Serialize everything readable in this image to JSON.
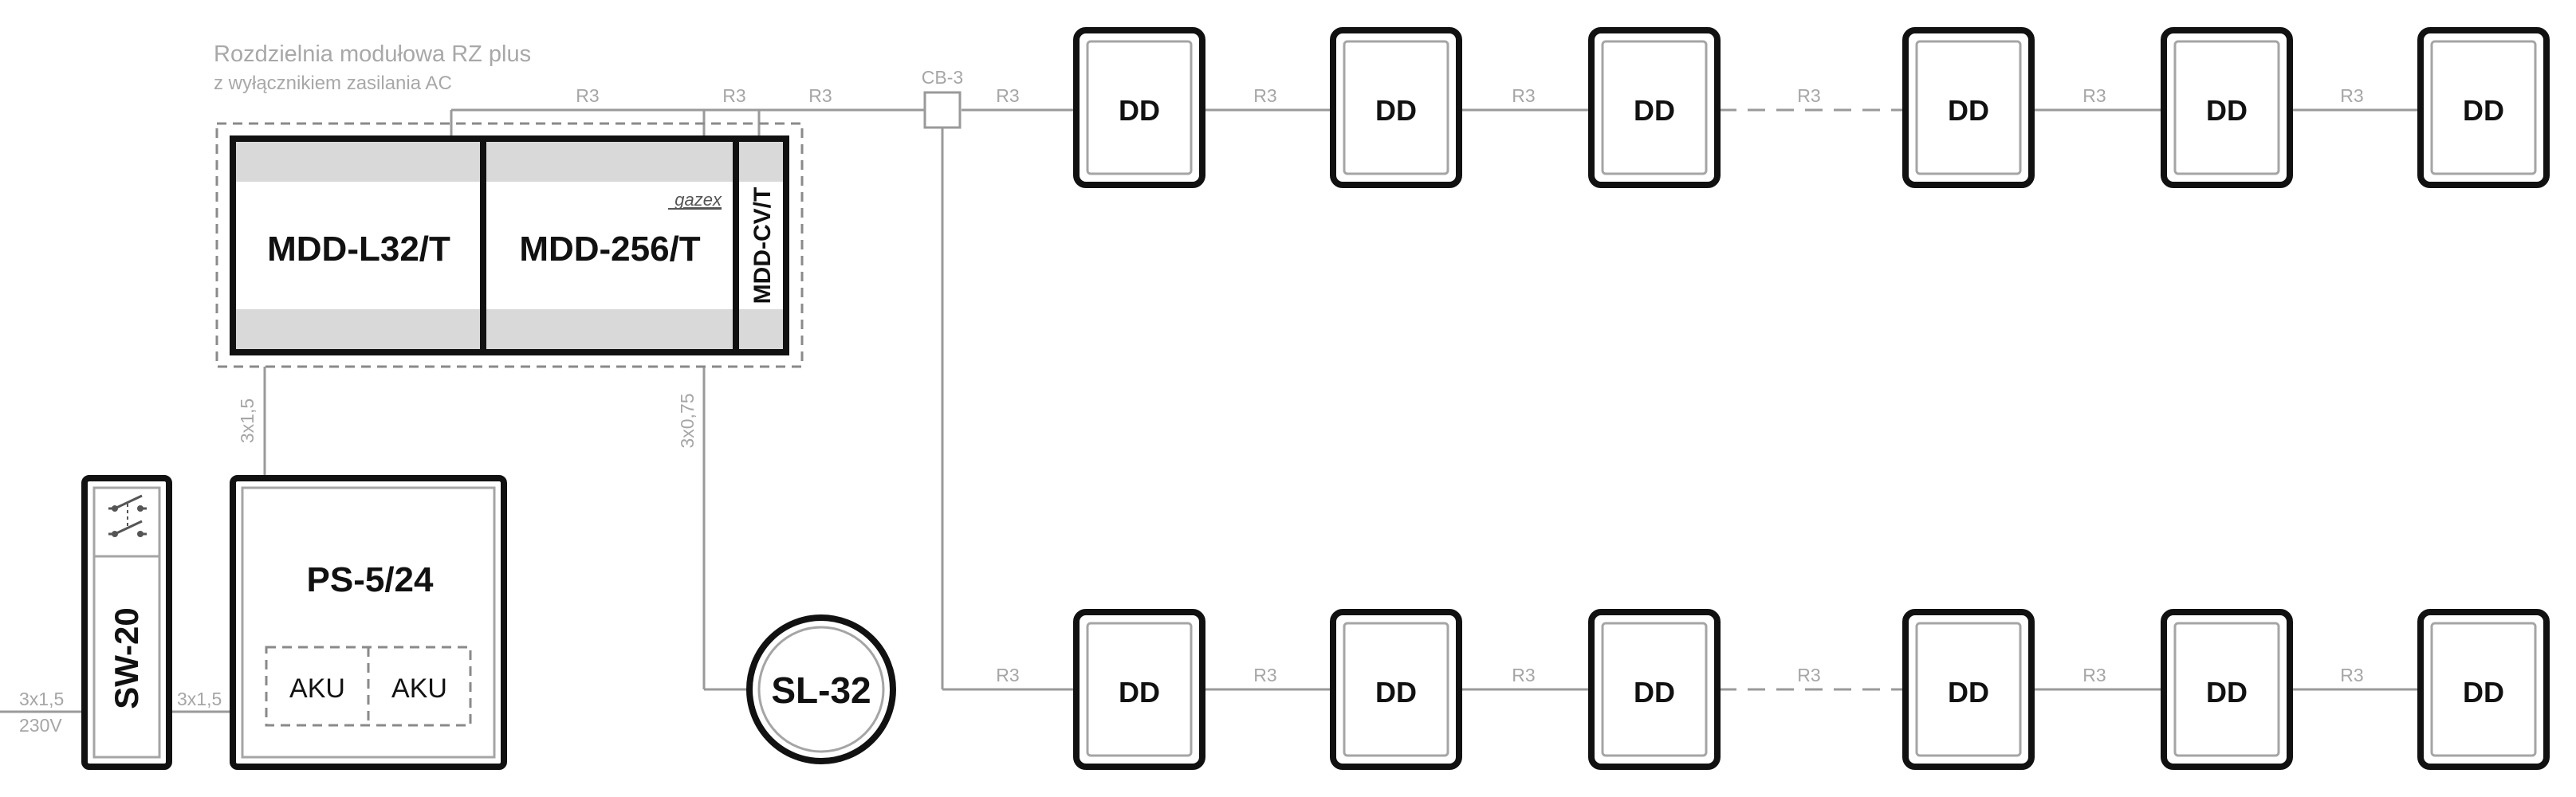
{
  "cabinet": {
    "title": "Rozdzielnia modułowa RZ plus",
    "subtitle": "z wyłącznikiem zasilania AC",
    "brand": "gazex"
  },
  "modules": {
    "mdd_l32": "MDD-L32/T",
    "mdd_256": "MDD-256/T",
    "mdd_cv": "MDD-CV/T"
  },
  "power_supply": {
    "label": "PS-5/24",
    "battery_1": "AKU",
    "battery_2": "AKU"
  },
  "switch": {
    "label": "SW-20"
  },
  "signaller": {
    "label": "SL-32"
  },
  "junction": {
    "label": "CB-3"
  },
  "detector_label": "DD",
  "cables": {
    "r3": "R3",
    "power_in": "3x1,5",
    "mains": "230V",
    "sw_to_ps": "3x1,5",
    "ps_to_cabinet": "3x1,5",
    "cabinet_to_sl": "3x0,75"
  },
  "colors": {
    "outline": "#111111",
    "wire": "#9a9a9a",
    "band": "#d9d9d9",
    "label_gray": "#a8a8a8"
  }
}
